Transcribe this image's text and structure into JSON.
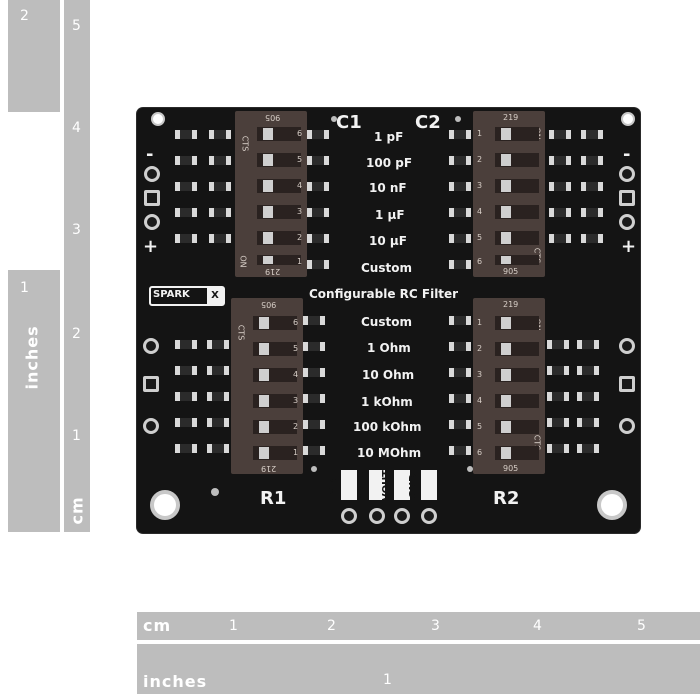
{
  "rulers": {
    "left_inch": {
      "label": "inches",
      "numbers": [
        "1",
        "2"
      ]
    },
    "left_cm": {
      "label": "cm",
      "numbers": [
        "1",
        "2",
        "3",
        "4",
        "5"
      ]
    },
    "bottom_cm": {
      "label": "cm",
      "numbers": [
        "1",
        "2",
        "3",
        "4",
        "5"
      ]
    },
    "bottom_inch": {
      "label": "inches",
      "numbers": [
        "1"
      ]
    }
  },
  "board": {
    "capacitor_headers": {
      "c1": "C1",
      "c2": "C2"
    },
    "capacitor_values": [
      "1 pF",
      "100 pF",
      "10 nF",
      "1 µF",
      "10 µF",
      "Custom"
    ],
    "logo": "SPARK",
    "logo_mark": "X",
    "title": "Configurable RC Filter",
    "resistor_values": [
      "Custom",
      "1 Ohm",
      "10 Ohm",
      "1 kOhm",
      "100 kOhm",
      "10 MOhm"
    ],
    "resistor_headers": {
      "r1": "R1",
      "r2": "R2"
    },
    "polarity": {
      "minus": "-",
      "plus": "+"
    },
    "header_pins": [
      "VIN",
      "VMID",
      "VOUT",
      "GND"
    ],
    "dip_switch": {
      "part": "219",
      "code": "905",
      "cts": "CTS",
      "on": "ON",
      "positions": [
        "1",
        "2",
        "3",
        "4",
        "5",
        "6"
      ]
    }
  },
  "colors": {
    "board": "#141414",
    "silkscreen": "#f2f2f2",
    "switch_body": "#4b3f3b",
    "ruler": "#bdbdbd"
  }
}
